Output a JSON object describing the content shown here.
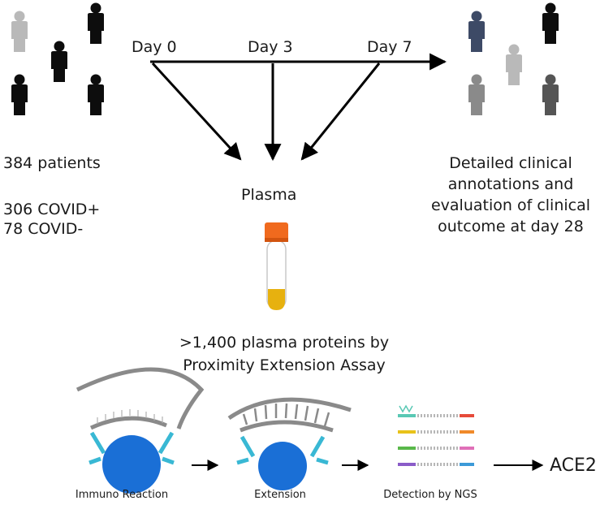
{
  "timepoints": [
    "Day 0",
    "Day 3",
    "Day 7"
  ],
  "cohort": {
    "patients": "384 patients",
    "covid_pos": "306 COVID+",
    "covid_neg": "78 COVID-"
  },
  "plasma_label": "Plasma",
  "outcome": {
    "line1": "Detailed clinical",
    "line2": "annotations and",
    "line3": "evaluation of clinical",
    "line4": "outcome at day 28"
  },
  "assay": {
    "line1": ">1,400 plasma proteins by",
    "line2": "Proximity Extension Assay"
  },
  "steps": [
    "Immuno Reaction",
    "Extension",
    "Detection by NGS"
  ],
  "result": "ACE2",
  "colors": {
    "person_light": "#b9b9b9",
    "person_dark": "#0d0d0d",
    "person_blue": "#3d4a66",
    "person_gray": "#8a8a8a",
    "tube_cap": "#f06a1e",
    "tube_fluid": "#e7b10f",
    "bead": "#1a6fd6",
    "antibody": "#39b8d4"
  }
}
